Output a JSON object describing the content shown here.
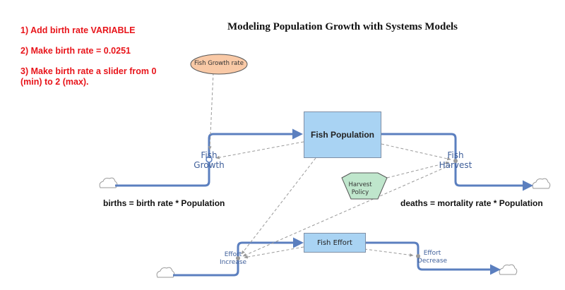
{
  "title": "Modeling Population Growth with Systems Models",
  "instructions": [
    "1) Add birth rate VARIABLE",
    "2) Make birth rate = 0.0251",
    "3) Make birth rate a slider from 0",
    "(min) to 2 (max)."
  ],
  "stocks": {
    "fish_population": "Fish Population",
    "fish_effort": "Fish Effort"
  },
  "flows": {
    "fish_growth": [
      "Fish",
      "Growth"
    ],
    "fish_harvest": [
      "Fish",
      "Harvest"
    ],
    "effort_increase": [
      "Effort",
      "Increase"
    ],
    "effort_decrease": [
      "Effort",
      "Decrease"
    ]
  },
  "variables": {
    "fish_growth_rate": "Fish Growth rate",
    "harvest_policy": [
      "Harvest",
      "Policy"
    ]
  },
  "equations": {
    "births": "births = birth rate * Population",
    "deaths": "deaths = mortality rate * Population"
  },
  "colors": {
    "flow": "#5b7fbf",
    "link": "#9a9a9a",
    "stock_fill": "#a9d3f3",
    "variable_fill": "#f9c9a6",
    "policy_fill": "#bfe6cc",
    "instruction_text": "#e8141a"
  }
}
